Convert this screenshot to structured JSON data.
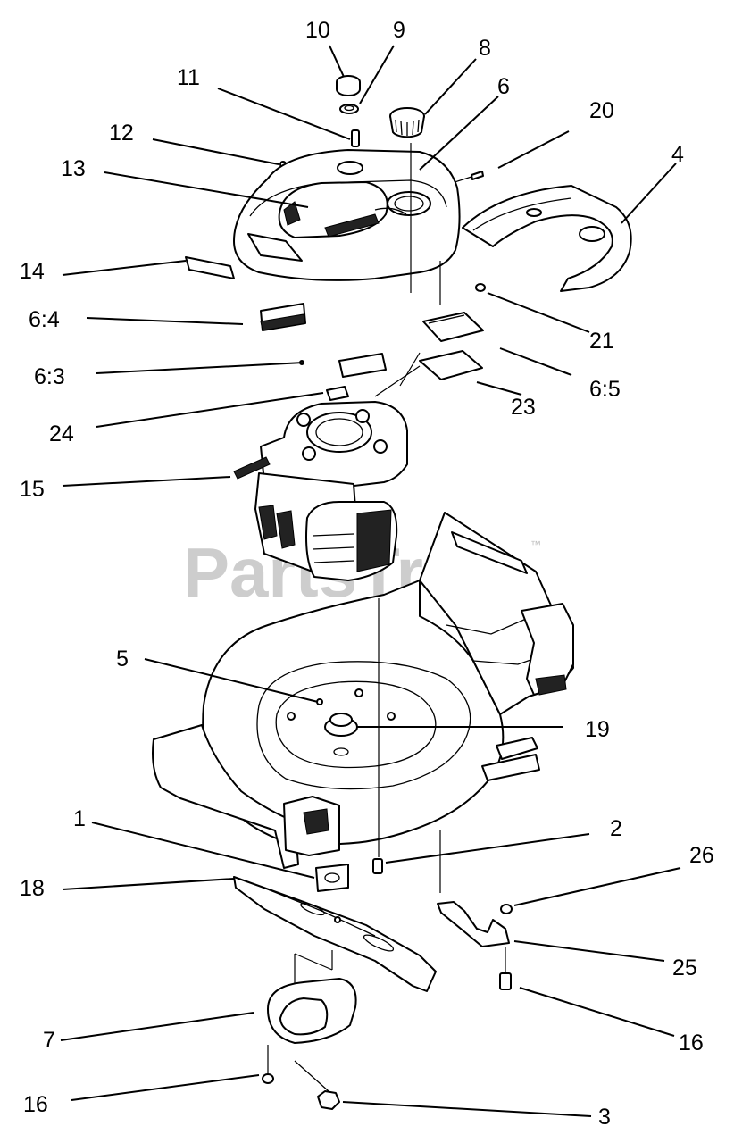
{
  "watermark": {
    "text": "PartsTree",
    "trademark": "™"
  },
  "callouts": {
    "c1": "1",
    "c2": "2",
    "c3": "3",
    "c4": "4",
    "c5": "5",
    "c6": "6",
    "c7": "7",
    "c8": "8",
    "c9": "9",
    "c10": "10",
    "c11": "11",
    "c12": "12",
    "c13": "13",
    "c14": "14",
    "c15": "15",
    "c16a": "16",
    "c16b": "16",
    "c18": "18",
    "c19": "19",
    "c20": "20",
    "c21": "21",
    "c23": "23",
    "c24": "24",
    "c25": "25",
    "c26": "26",
    "c6_3": "6:3",
    "c6_4": "6:4",
    "c6_5": "6:5"
  }
}
